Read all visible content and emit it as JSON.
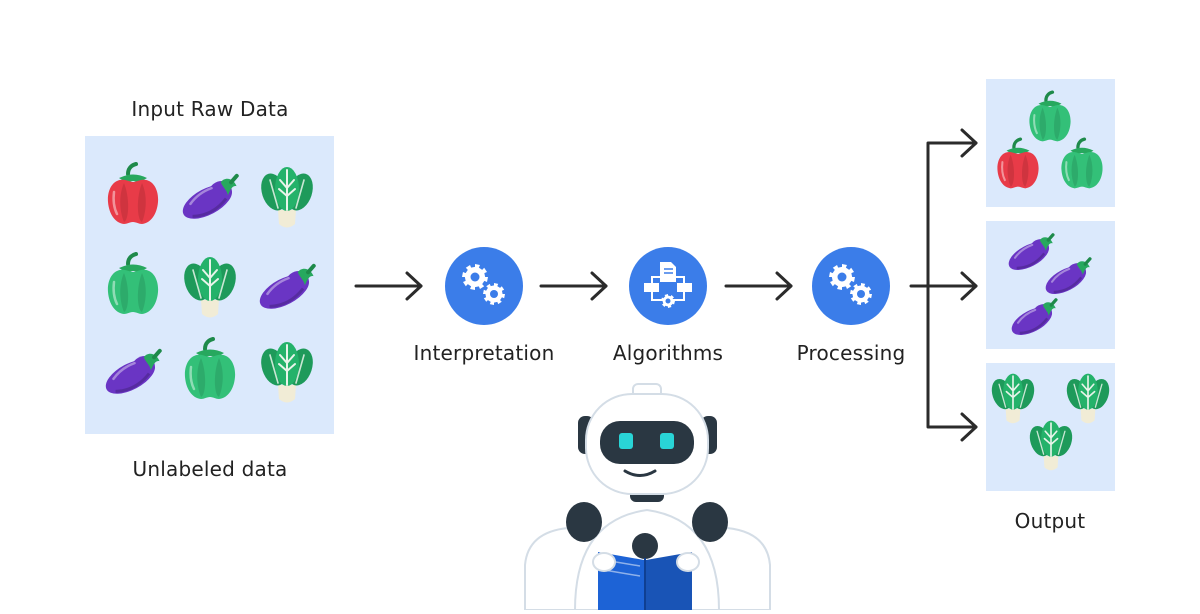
{
  "input": {
    "title": "Input Raw Data",
    "caption": "Unlabeled data",
    "grid": [
      [
        "red-pepper",
        "eggplant",
        "bok-choy"
      ],
      [
        "green-pepper",
        "bok-choy",
        "eggplant"
      ],
      [
        "eggplant",
        "green-pepper",
        "bok-choy"
      ]
    ]
  },
  "steps": [
    {
      "label": "Interpretation",
      "icon": "gears-icon"
    },
    {
      "label": "Algorithms",
      "icon": "flowchart-icon"
    },
    {
      "label": "Processing",
      "icon": "gears-icon"
    }
  ],
  "output": {
    "caption": "Output",
    "groups": [
      {
        "name": "peppers",
        "items": [
          "green-pepper",
          "red-pepper",
          "green-pepper"
        ]
      },
      {
        "name": "eggplants",
        "items": [
          "eggplant",
          "eggplant",
          "eggplant"
        ]
      },
      {
        "name": "bok-choy",
        "items": [
          "bok-choy",
          "bok-choy",
          "bok-choy"
        ]
      }
    ]
  },
  "colors": {
    "panel": "#dbe9fc",
    "accent_blue": "#3b7de9",
    "arrow": "#2b2b2b",
    "red_pepper": "#e83b48",
    "green_pepper": "#33c078",
    "eggplant": "#6a35c4",
    "leaf": "#1e9a5a",
    "robot_dark": "#2a3742",
    "robot_eye": "#29d4d6",
    "book": "#1d63d6"
  },
  "mascot": {
    "icon": "robot-reading-icon"
  }
}
